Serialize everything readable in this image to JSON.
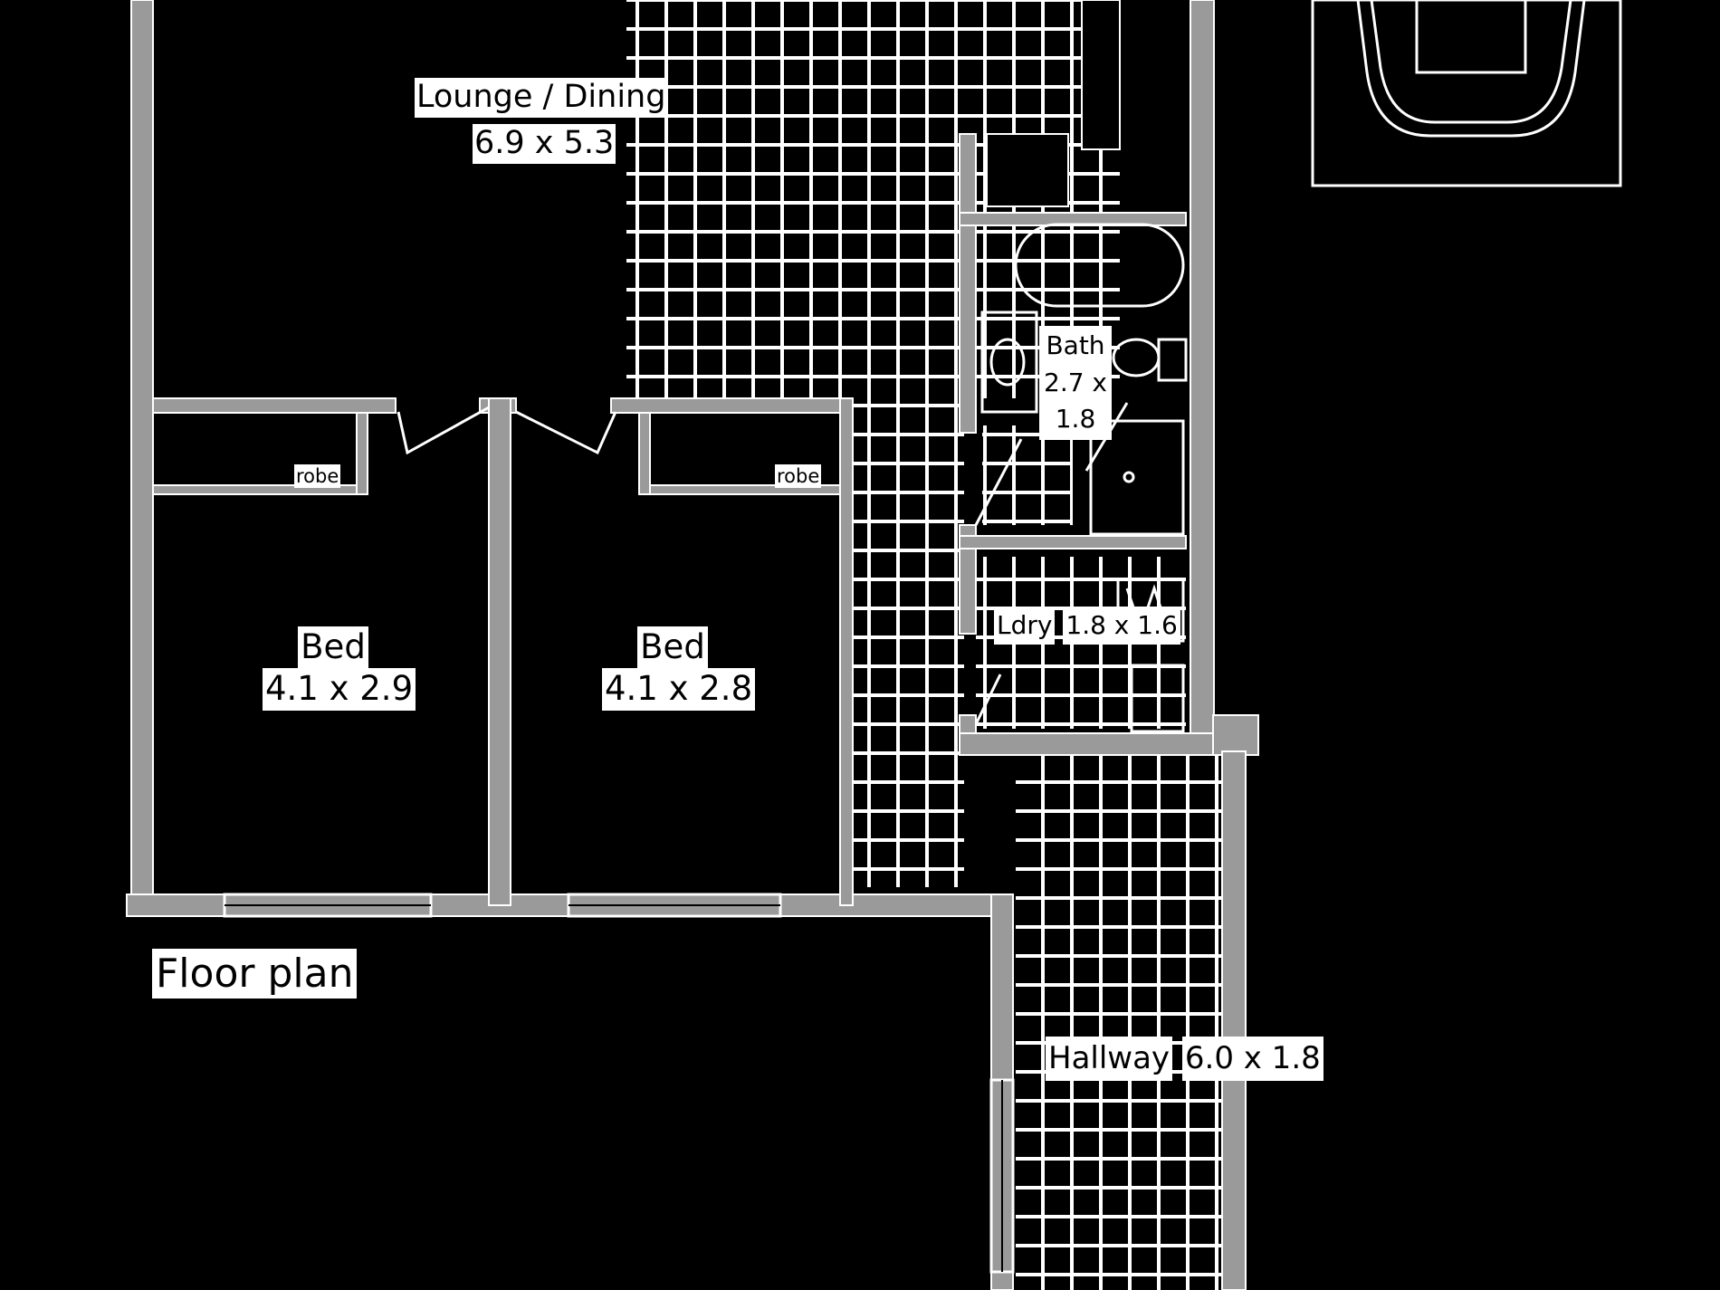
{
  "rooms": {
    "lounge": {
      "name": "Lounge / Dining",
      "size": "6.9 x 5.3"
    },
    "bed1": {
      "name": "Bed",
      "size": "4.1 x 2.9"
    },
    "bed2": {
      "name": "Bed",
      "size": "4.1 x 2.8"
    },
    "bath": {
      "name": "Bath",
      "size_line1": "2.7 x",
      "size_line2": "1.8"
    },
    "laundry": {
      "name": "Ldry",
      "size": "1.8 x 1.6"
    },
    "hallway": {
      "name": "Hallway",
      "size": "6.0 x 1.8"
    },
    "robe1": "robe",
    "robe2": "robe"
  },
  "caption": "Floor plan",
  "colors": {
    "background": "#000000",
    "wall": "#9a9a9a",
    "wall_edge": "#ffffff",
    "tile_grid": "#ffffff",
    "label_bg": "#ffffff"
  }
}
